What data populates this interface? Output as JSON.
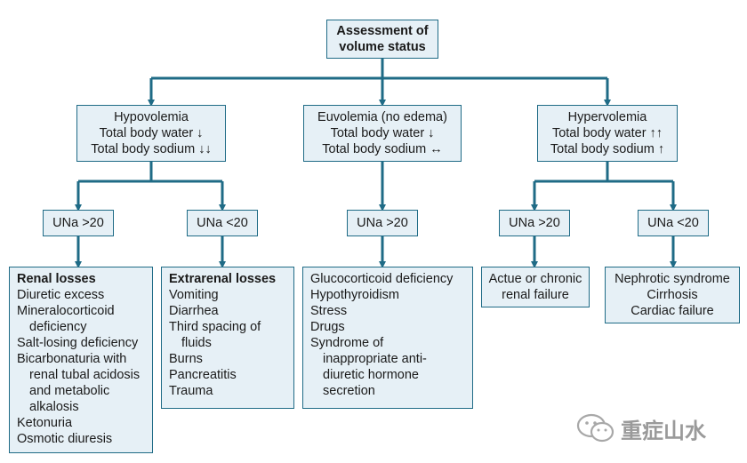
{
  "root": {
    "lines": [
      "Assessment of",
      "volume status"
    ]
  },
  "hypo": {
    "lines": [
      "Hypovolemia",
      "Total body water ↓",
      "Total body sodium ↓↓"
    ]
  },
  "euvo": {
    "lines": [
      "Euvolemia (no edema)",
      "Total body water ↓",
      "Total body sodium ↔"
    ]
  },
  "hyper": {
    "lines": [
      "Hypervolemia",
      "Total body water ↑↑",
      "Total body sodium ↑"
    ]
  },
  "una": {
    "hypo_high": "UNa >20",
    "hypo_low": "UNa <20",
    "euvo_high": "UNa >20",
    "hyper_high": "UNa >20",
    "hyper_low": "UNa <20"
  },
  "renal_losses": {
    "title": "Renal losses",
    "items": [
      "Diuretic excess",
      "Mineralocorticoid",
      "deficiency",
      "Salt-losing deficiency",
      "Bicarbonaturia with",
      "renal tubal acidosis",
      "and metabolic",
      "alkalosis",
      "Ketonuria",
      "Osmotic diuresis"
    ]
  },
  "extrarenal_losses": {
    "title": "Extrarenal losses",
    "items": [
      "Vomiting",
      "Diarrhea",
      "Third spacing of",
      "fluids",
      "Burns",
      "Pancreatitis",
      "Trauma"
    ]
  },
  "euvolemia_causes": {
    "items": [
      "Glucocorticoid deficiency",
      "Hypothyroidism",
      "Stress",
      "Drugs",
      "Syndrome of",
      "inappropriate anti-",
      "diuretic hormone",
      "secretion"
    ]
  },
  "renal_failure": {
    "lines": [
      "Actue or chronic",
      "renal failure"
    ]
  },
  "edema_causes": {
    "lines": [
      "Nephrotic syndrome",
      "Cirrhosis",
      "Cardiac failure"
    ]
  },
  "watermark": {
    "text": "重症山水"
  },
  "colors": {
    "box_fill": "#e6f0f6",
    "border": "#1f6b86",
    "connector": "#1f6b86"
  }
}
